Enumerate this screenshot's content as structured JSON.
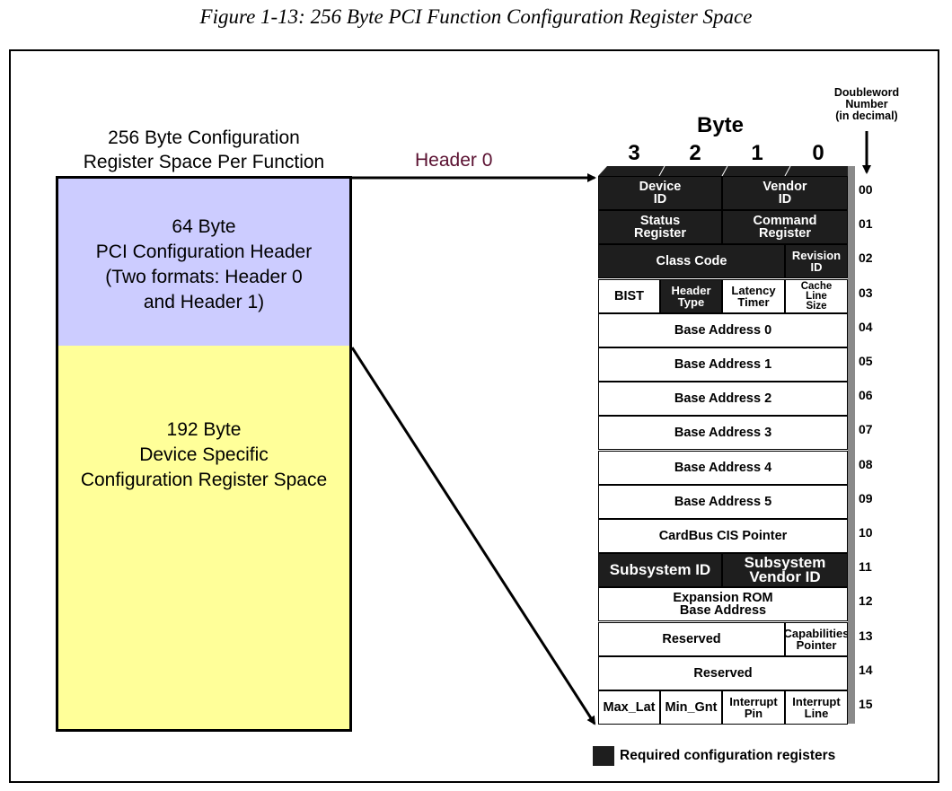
{
  "caption": "Figure 1-13: 256 Byte PCI Function Configuration Register Space",
  "left_panel": {
    "title": "256 Byte Configuration\nRegister Space Per Function",
    "header_block": "64 Byte\nPCI Configuration Header\n(Two formats: Header 0\nand Header 1)",
    "device_block": "192 Byte\nDevice Specific\nConfiguration Register Space"
  },
  "arrow_label": "Header 0",
  "byte_axis": {
    "title": "Byte",
    "columns": [
      "3",
      "2",
      "1",
      "0"
    ]
  },
  "dword_axis": {
    "title": "Doubleword\nNumber\n(in decimal)",
    "numbers": [
      "00",
      "01",
      "02",
      "03",
      "04",
      "05",
      "06",
      "07",
      "08",
      "09",
      "10",
      "11",
      "12",
      "13",
      "14",
      "15"
    ]
  },
  "registers": [
    [
      {
        "label": "Device\nID",
        "span": 2,
        "required": true
      },
      {
        "label": "Vendor\nID",
        "span": 2,
        "required": true
      }
    ],
    [
      {
        "label": "Status\nRegister",
        "span": 2,
        "required": true
      },
      {
        "label": "Command\nRegister",
        "span": 2,
        "required": true
      }
    ],
    [
      {
        "label": "Class Code",
        "span": 3,
        "required": true
      },
      {
        "label": "Revision\nID",
        "span": 1,
        "required": true
      }
    ],
    [
      {
        "label": "BIST",
        "span": 1,
        "required": false
      },
      {
        "label": "Header\nType",
        "span": 1,
        "required": true
      },
      {
        "label": "Latency\nTimer",
        "span": 1,
        "required": false
      },
      {
        "label": "Cache\nLine\nSize",
        "span": 1,
        "required": false
      }
    ],
    [
      {
        "label": "Base  Address  0",
        "span": 4,
        "required": false
      }
    ],
    [
      {
        "label": "Base  Address  1",
        "span": 4,
        "required": false
      }
    ],
    [
      {
        "label": "Base  Address  2",
        "span": 4,
        "required": false
      }
    ],
    [
      {
        "label": "Base  Address  3",
        "span": 4,
        "required": false
      }
    ],
    [
      {
        "label": "Base  Address  4",
        "span": 4,
        "required": false
      }
    ],
    [
      {
        "label": "Base  Address  5",
        "span": 4,
        "required": false
      }
    ],
    [
      {
        "label": "CardBus CIS Pointer",
        "span": 4,
        "required": false
      }
    ],
    [
      {
        "label": "Subsystem ID",
        "span": 2,
        "required": true
      },
      {
        "label": "Subsystem\nVendor ID",
        "span": 2,
        "required": true
      }
    ],
    [
      {
        "label": "Expansion  ROM\nBase  Address",
        "span": 4,
        "required": false
      }
    ],
    [
      {
        "label": "Reserved",
        "span": 3,
        "required": false
      },
      {
        "label": "Capabilities\nPointer",
        "span": 1,
        "required": false
      }
    ],
    [
      {
        "label": "Reserved",
        "span": 4,
        "required": false
      }
    ],
    [
      {
        "label": "Max_Lat",
        "span": 1,
        "required": false
      },
      {
        "label": "Min_Gnt",
        "span": 1,
        "required": false
      },
      {
        "label": "Interrupt\nPin",
        "span": 1,
        "required": false
      },
      {
        "label": "Interrupt\nLine",
        "span": 1,
        "required": false
      }
    ]
  ],
  "legend": "Required configuration registers",
  "colors": {
    "header_block": "#ccccff",
    "device_block": "#ffff99",
    "required_fill": "#1e1e1e",
    "header0_text": "#5a1030"
  }
}
